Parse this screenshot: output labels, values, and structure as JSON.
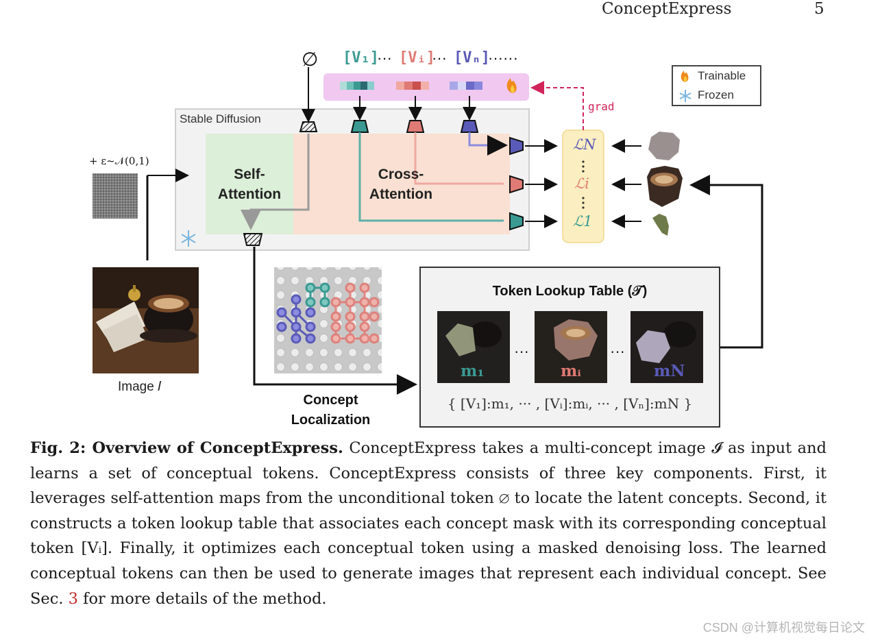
{
  "header": {
    "title": "ConceptExpress",
    "page_number": "5"
  },
  "figure": {
    "empty_token": "∅",
    "tokens": {
      "v1": "[V₁]",
      "vi": "[Vᵢ]",
      "vn": "[Vₙ]",
      "dots": "···",
      "trail": "······"
    },
    "legend": {
      "trainable": "Trainable",
      "frozen": "Frozen"
    },
    "grad_label": "grad",
    "stable_diffusion_label": "Stable Diffusion",
    "self_attention_label": "Self-\nAttention",
    "cross_attention_label": "Cross-\nAttention",
    "noise_label": "+ ε~𝒩(0,1)",
    "losses": {
      "n": "ℒN",
      "i": "ℒi",
      "one": "ℒ1"
    },
    "image_label": "Image 𝐼",
    "concept_localization_label": "Concept\nLocalization",
    "lookup_table": {
      "title": "Token Lookup Table (𝒯)",
      "masks": [
        "m₁",
        "mᵢ",
        "mN"
      ],
      "mapping": "{ [V₁]:m₁, ··· , [Vᵢ]:mᵢ, ··· , [Vₙ]:mN }"
    },
    "colors": {
      "teal": "#3a9a92",
      "salmon": "#e07a74",
      "purple": "#5a5ab8",
      "pink_panel": "#f0c8f0",
      "yellow": "#fbeec0",
      "grad": "#d0245a"
    }
  },
  "caption": {
    "lead": "Fig. 2: Overview of ConceptExpress.",
    "body": " ConceptExpress takes a multi-concept image 𝓘 as input and learns a set of conceptual tokens. ConceptExpress consists of three key components. First, it leverages self-attention maps from the unconditional token ∅ to locate the latent concepts. Second, it constructs a token lookup table that associates each concept mask with its corresponding conceptual token [Vᵢ]. Finally, it optimizes each conceptual token using a masked denoising loss. The learned conceptual tokens can then be used to generate images that represent each individual concept. See Sec. ",
    "ref": "3",
    "tail": " for more details of the method."
  },
  "watermark": "CSDN @计算机视觉每日论文"
}
